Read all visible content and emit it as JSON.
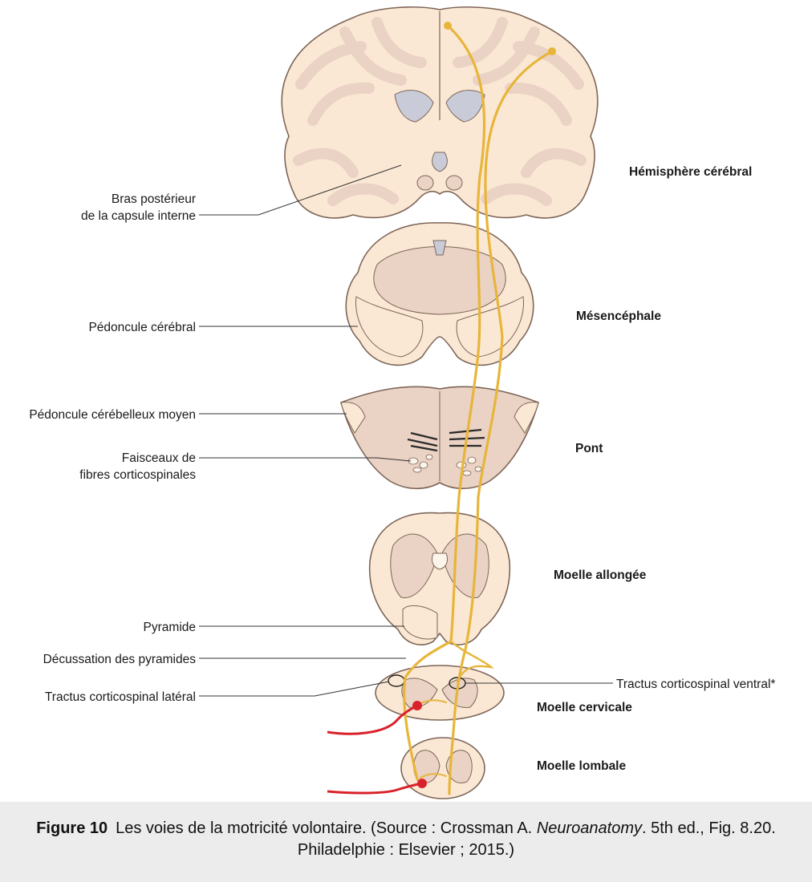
{
  "labels": {
    "bras_posterieur_1": "Bras postérieur",
    "bras_posterieur_2": "de la capsule interne",
    "pedoncule_cerebral": "Pédoncule cérébral",
    "pedoncule_cerebelleux": "Pédoncule cérébelleux moyen",
    "faisceaux_1": "Faisceaux de",
    "faisceaux_2": "fibres corticospinales",
    "pyramide": "Pyramide",
    "decussation": "Décussation des pyramides",
    "tractus_lateral": "Tractus corticospinal latéral",
    "tractus_ventral": "Tractus corticospinal ventral*"
  },
  "regions": {
    "hemisphere": "Hémisphère cérébral",
    "mesencephale": "Mésencéphale",
    "pont": "Pont",
    "moelle_allongee": "Moelle allongée",
    "moelle_cervicale": "Moelle cervicale",
    "moelle_lombale": "Moelle lombale"
  },
  "caption": {
    "figure": "Figure 10",
    "text_before": "Les voies de la motricité volontaire. (Source : Crossman A.",
    "book": "Neuroanatomy",
    "text_after": ". 5th ed., Fig. 8.20. Philadelphie : Elsevier ; 2015.)"
  },
  "colors": {
    "tissue": "#fbe8d4",
    "grey_matter": "#ead2c4",
    "ventricle": "#c9ccd8",
    "tract": "#e7b53a",
    "motor_neuron": "#d9222a"
  }
}
